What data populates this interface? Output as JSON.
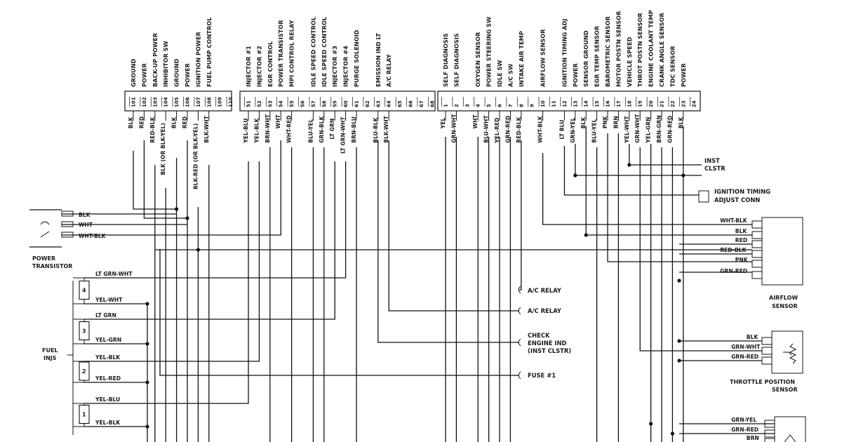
{
  "pin_groups": [
    {
      "id": "g1",
      "pins": [
        {
          "num": "101",
          "name": "GROUND",
          "wire": "BLK"
        },
        {
          "num": "102",
          "name": "POWER",
          "wire": "RED"
        },
        {
          "num": "103",
          "name": "BACK-UP POWER",
          "wire": "RED-BLK"
        },
        {
          "num": "104",
          "name": "INHIBITOR SW",
          "wire": "BLK (OR BLK-YEL)"
        },
        {
          "num": "105",
          "name": "GROUND",
          "wire": "BLK"
        },
        {
          "num": "106",
          "name": "POWER",
          "wire": "RED"
        },
        {
          "num": "107",
          "name": "IGNITION POWER",
          "wire": "BLK-RED (OR BLK-YEL)"
        },
        {
          "num": "108",
          "name": "FUEL PUMP CONTROL",
          "wire": "BLK-WHT"
        },
        {
          "num": "109",
          "name": "",
          "wire": ""
        },
        {
          "num": "110",
          "name": "",
          "wire": ""
        }
      ]
    },
    {
      "id": "g2",
      "pins": [
        {
          "num": "51",
          "name": "INJECTOR #1",
          "wire": "YEL-BLU"
        },
        {
          "num": "52",
          "name": "INJECTOR #2",
          "wire": "YEL-BLK"
        },
        {
          "num": "53",
          "name": "EGR CONTROL",
          "wire": "BRN-WHT"
        },
        {
          "num": "54",
          "name": "POWER TRANSISTOR",
          "wire": "WHT"
        },
        {
          "num": "55",
          "name": "MPI CONTROL RELAY",
          "wire": "WHT-RED"
        },
        {
          "num": "56",
          "name": "",
          "wire": ""
        },
        {
          "num": "57",
          "name": "IDLE SPEED CONTROL",
          "wire": "BLU-YEL"
        },
        {
          "num": "58",
          "name": "IDLE SPEED CONTROL",
          "wire": "GRN-BLK"
        },
        {
          "num": "59",
          "name": "INJECTOR #3",
          "wire": "LT GRN"
        },
        {
          "num": "60",
          "name": "INJECTOR #4",
          "wire": "LT GRN-WHT"
        },
        {
          "num": "61",
          "name": "PURGE SOLENOID",
          "wire": "BRN-BLU"
        },
        {
          "num": "62",
          "name": "",
          "wire": ""
        },
        {
          "num": "63",
          "name": "EMISSION IND LT",
          "wire": "BLU-BLK"
        },
        {
          "num": "64",
          "name": "A/C RELAY",
          "wire": "BLK-WHT"
        },
        {
          "num": "65",
          "name": "",
          "wire": ""
        },
        {
          "num": "66",
          "name": "",
          "wire": ""
        },
        {
          "num": "67",
          "name": "",
          "wire": ""
        },
        {
          "num": "68",
          "name": "",
          "wire": ""
        }
      ]
    },
    {
      "id": "g3",
      "pins": [
        {
          "num": "1",
          "name": "SELF DIAGNOSIS",
          "wire": "YEL"
        },
        {
          "num": "2",
          "name": "SELF DIAGNOSIS",
          "wire": "GRN-WHT"
        },
        {
          "num": "3",
          "name": "",
          "wire": ""
        },
        {
          "num": "4",
          "name": "OXYGEN SENSOR",
          "wire": "WHT"
        },
        {
          "num": "5",
          "name": "POWER STEERING SW",
          "wire": "BLU-WHT"
        },
        {
          "num": "6",
          "name": "IDLE SW",
          "wire": "YEL-RED"
        },
        {
          "num": "7",
          "name": "A/C SW",
          "wire": "GRN-RED"
        },
        {
          "num": "8",
          "name": "INTAKE AIR TEMP",
          "wire": "RED-BLK"
        },
        {
          "num": "9",
          "name": "",
          "wire": ""
        },
        {
          "num": "10",
          "name": "AIRFLOW SENSOR",
          "wire": "WHT-BLK"
        },
        {
          "num": "11",
          "name": "",
          "wire": ""
        },
        {
          "num": "12",
          "name": "IGNITION TIMING ADJ",
          "wire": "LT BLU"
        },
        {
          "num": "13",
          "name": "POWER",
          "wire": "GRN-YEL"
        },
        {
          "num": "14",
          "name": "SENSOR GROUND",
          "wire": "BLK"
        },
        {
          "num": "15",
          "name": "EGR TEMP SENSOR",
          "wire": "BLU-YEL"
        },
        {
          "num": "16",
          "name": "BAROMETRIC SENSOR",
          "wire": "PNK"
        },
        {
          "num": "17",
          "name": "MOTOR POSTN SENSOR",
          "wire": "BRN"
        },
        {
          "num": "18",
          "name": "VEHICLE SPEED",
          "wire": "YEL-WHT"
        },
        {
          "num": "19",
          "name": "THROT POSTN SENSOR",
          "wire": "GRN-WHT"
        },
        {
          "num": "20",
          "name": "ENGINE COOLANT TEMP",
          "wire": "YEL-GRN"
        },
        {
          "num": "21",
          "name": "CRANK ANGLE SENSOR",
          "wire": "BRN-GRN"
        },
        {
          "num": "22",
          "name": "TDC SENSOR",
          "wire": "GRN-RED"
        },
        {
          "num": "23",
          "name": "POWER",
          "wire": "BLK"
        },
        {
          "num": "24",
          "name": "",
          "wire": ""
        }
      ]
    }
  ],
  "left": {
    "power_transistor": {
      "label_1": "POWER",
      "label_2": "TRANSISTOR",
      "wires": [
        "BLK",
        "WHT",
        "WHT-BLK"
      ]
    },
    "fuel_injs": {
      "label_1": "FUEL",
      "label_2": "INJS"
    },
    "injectors": [
      {
        "num": "4",
        "wire_top": "LT GRN-WHT",
        "wire_bot": "YEL-WHT"
      },
      {
        "num": "3",
        "wire_top": "LT GRN",
        "wire_bot": "YEL-GRN"
      },
      {
        "num": "2",
        "wire_top": "YEL-BLK",
        "wire_bot": "YEL-RED"
      },
      {
        "num": "1",
        "wire_top": "YEL-BLU",
        "wire_bot": "YEL-BLK"
      }
    ]
  },
  "center": {
    "ac_relay_1": "A/C RELAY",
    "ac_relay_2": "A/C RELAY",
    "check_engine_1": "CHECK",
    "check_engine_2": "ENGINE IND",
    "check_engine_3": "(INST CLSTR)",
    "fuse": "FUSE #1"
  },
  "right": {
    "inst_clstr_1": "INST",
    "inst_clstr_2": "CLSTR",
    "ign_timing_1": "IGNITION TIMING",
    "ign_timing_2": "ADJUST CONN",
    "airflow": {
      "label_1": "AIRFLOW",
      "label_2": "SENSOR",
      "wires": [
        "WHT-BLK",
        "BLK",
        "RED",
        "RED-BLK",
        "PNK",
        "GRN-RED"
      ]
    },
    "throttle": {
      "label_1": "THROTTLE POSITION",
      "label_2": "SENSOR",
      "wires": [
        "BLK",
        "GRN-WHT",
        "GRN-RED"
      ]
    },
    "bottom_wires": [
      "GRN-YEL",
      "GRN-RED",
      "BRN"
    ]
  }
}
